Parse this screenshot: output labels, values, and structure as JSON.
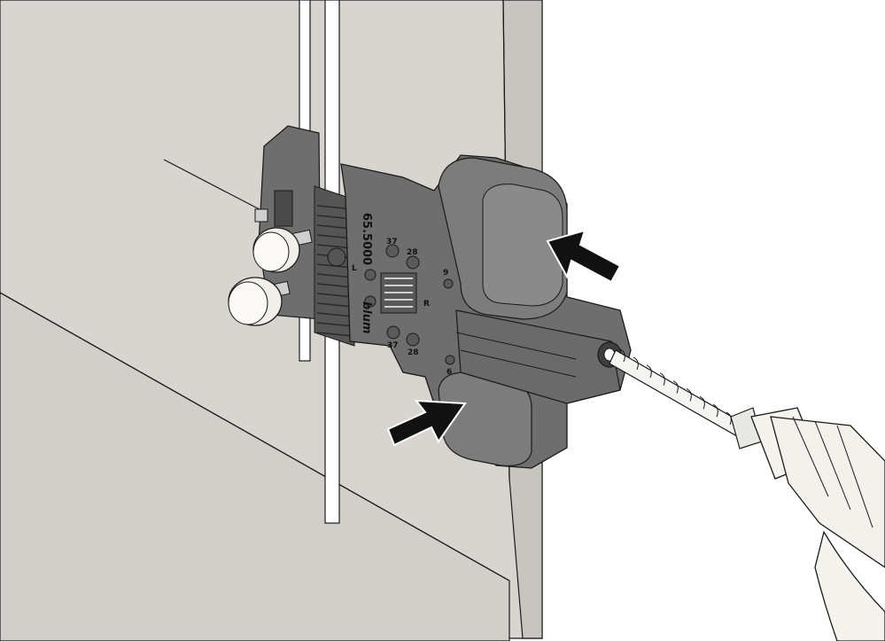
{
  "colors": {
    "cabinet_panel": "#d8d5d0",
    "cabinet_edge": "#c8c5c0",
    "jig_body": "#6e6e6e",
    "jig_dark": "#4a4a4a",
    "jig_light": "#8a8a8a",
    "arrow": "#111111",
    "outline": "#1a1a1a",
    "drill": "#f2f2ee"
  },
  "jig": {
    "brand_text": "blum",
    "model_text": "65.5000",
    "scale_numbers": [
      "37",
      "28",
      "37",
      "28"
    ],
    "side_numbers": [
      "9",
      "6"
    ],
    "edge_letters": [
      "L",
      "R"
    ]
  },
  "icons": [
    "arrow-icon",
    "arrow-icon",
    "thumb-screw-icon",
    "thumb-screw-icon",
    "drill-bit-icon",
    "drill-chuck-icon"
  ]
}
